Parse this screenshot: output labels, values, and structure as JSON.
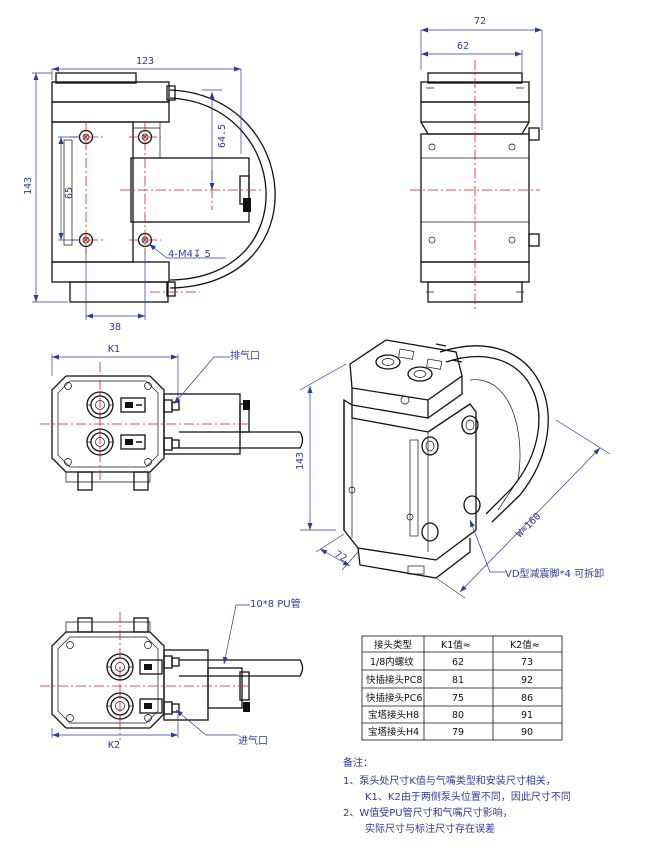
{
  "dimensions": {
    "top_width": "123",
    "height": "143",
    "hole_spacing_v": "65",
    "offset_64_5": "64.5",
    "thread": "4-M4↧ 5",
    "hole_spacing_h": "38",
    "side_width": "72",
    "side_inner": "62",
    "k1": "K1",
    "k2": "K2",
    "iso_height": "143",
    "iso_depth": "72",
    "iso_width": "W≈160"
  },
  "labels": {
    "exhaust": "排气口",
    "intake": "进气口",
    "tube": "10*8 PU管",
    "feet": "VD型减震脚*4  可拆卸"
  },
  "table": {
    "headers": [
      "接头类型",
      "K1值≈",
      "K2值≈"
    ],
    "rows": [
      [
        "1/8内螺纹",
        "62",
        "73"
      ],
      [
        "快插接头PC8",
        "81",
        "92"
      ],
      [
        "快插接头PC6",
        "75",
        "86"
      ],
      [
        "宝塔接头H8",
        "80",
        "91"
      ],
      [
        "宝塔接头H4",
        "79",
        "90"
      ]
    ]
  },
  "notes": {
    "title": "备注：",
    "line1": "1、泵头处尺寸K值与气嘴类型和安装尺寸相关，",
    "line2": "K1、K2由于两侧泵头位置不同，因此尺寸不同",
    "line3": "2、W值受PU管尺寸和气嘴尺寸影响，",
    "line4": "实际尺寸与标注尺寸存在误差"
  }
}
